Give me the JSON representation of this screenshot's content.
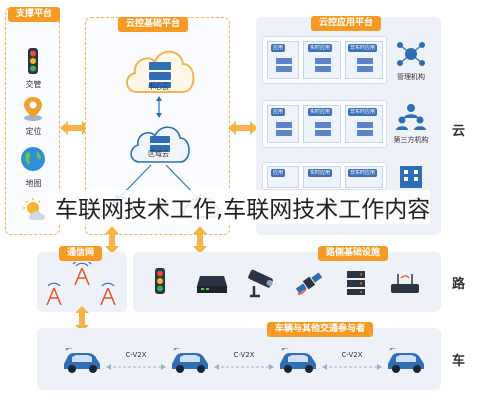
{
  "headline": "车联网技术工作,车联网技术工作内容",
  "support_platform": {
    "title": "支撑平台",
    "items": [
      {
        "label": "交管",
        "icon": "traffic-light-icon"
      },
      {
        "label": "定位",
        "icon": "location-pin-icon"
      },
      {
        "label": "地图",
        "icon": "globe-map-icon"
      },
      {
        "label": "",
        "icon": "weather-icon"
      }
    ]
  },
  "cloud_base_platform": {
    "title": "云控基础平台",
    "center_cloud": "中心云",
    "regional_cloud": "区域云"
  },
  "cloud_app_platform": {
    "title": "云控应用平台",
    "rows": [
      {
        "apps": [
          "应用",
          "实时应用",
          "非实时应用"
        ],
        "role": "管理机构",
        "role_icon": "org-network-icon"
      },
      {
        "apps": [
          "应用",
          "实时应用",
          "非实时应用"
        ],
        "role": "第三方机构",
        "role_icon": "people-icon"
      },
      {
        "apps": [
          "应用",
          "实时应用",
          "非实时应用"
        ],
        "role": "",
        "role_icon": "building-icon"
      }
    ]
  },
  "comm_network": {
    "title": "通信网"
  },
  "road_infra": {
    "title": "路侧基础设施"
  },
  "vehicle_section": {
    "title": "车辆与其他交通参与者",
    "links": [
      "C-V2X",
      "C-V2X",
      "C-V2X"
    ]
  },
  "layer_labels": {
    "cloud": "云",
    "road": "路",
    "vehicle": "车"
  },
  "colors": {
    "accent": "#f59a23",
    "blue": "#2f6db5",
    "panel_bg": "#eef2f8"
  }
}
